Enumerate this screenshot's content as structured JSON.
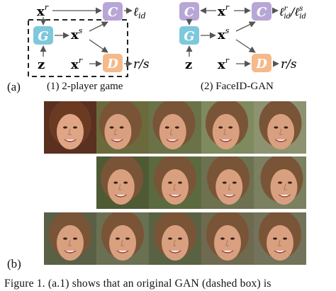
{
  "diagram_left": {
    "label": "(a)",
    "title": "(1) 2-player game",
    "node_g": "G",
    "node_c": "C",
    "node_d": "D",
    "var_xr_top": "x",
    "var_xr_top_sup": "r",
    "var_xs": "x",
    "var_xs_sup": "s",
    "var_z": "z",
    "var_xr_bottom": "x",
    "var_xr_bottom_sup": "r",
    "out_id": "ℓ",
    "out_id_sub": "id",
    "out_rs": "r/s"
  },
  "diagram_right": {
    "title": "(2) FaceID-GAN",
    "node_c_left": "C",
    "node_g": "G",
    "node_c_right": "C",
    "node_d": "D",
    "var_xr_top": "x",
    "var_xr_top_sup": "r",
    "var_xs": "x",
    "var_xs_sup": "s",
    "var_z": "z",
    "var_xr_bottom": "x",
    "var_xr_bottom_sup": "r",
    "out_id_r": "ℓ",
    "out_id_r_sup": "r",
    "out_id_r_sub": "id",
    "out_slash": "/",
    "out_id_s": "ℓ",
    "out_id_s_sup": "s",
    "out_id_s_sub": "id",
    "out_rs": "r/s"
  },
  "panel_b": {
    "label": "(b)"
  },
  "caption": "Figure 1. (a.1) shows that an original GAN (dashed box) is",
  "colors": {
    "node_g": "#7ec8dc",
    "node_c": "#b7a6d6",
    "node_d": "#f5b98a",
    "dashed_box": "#222222",
    "arrow": "#555555"
  }
}
